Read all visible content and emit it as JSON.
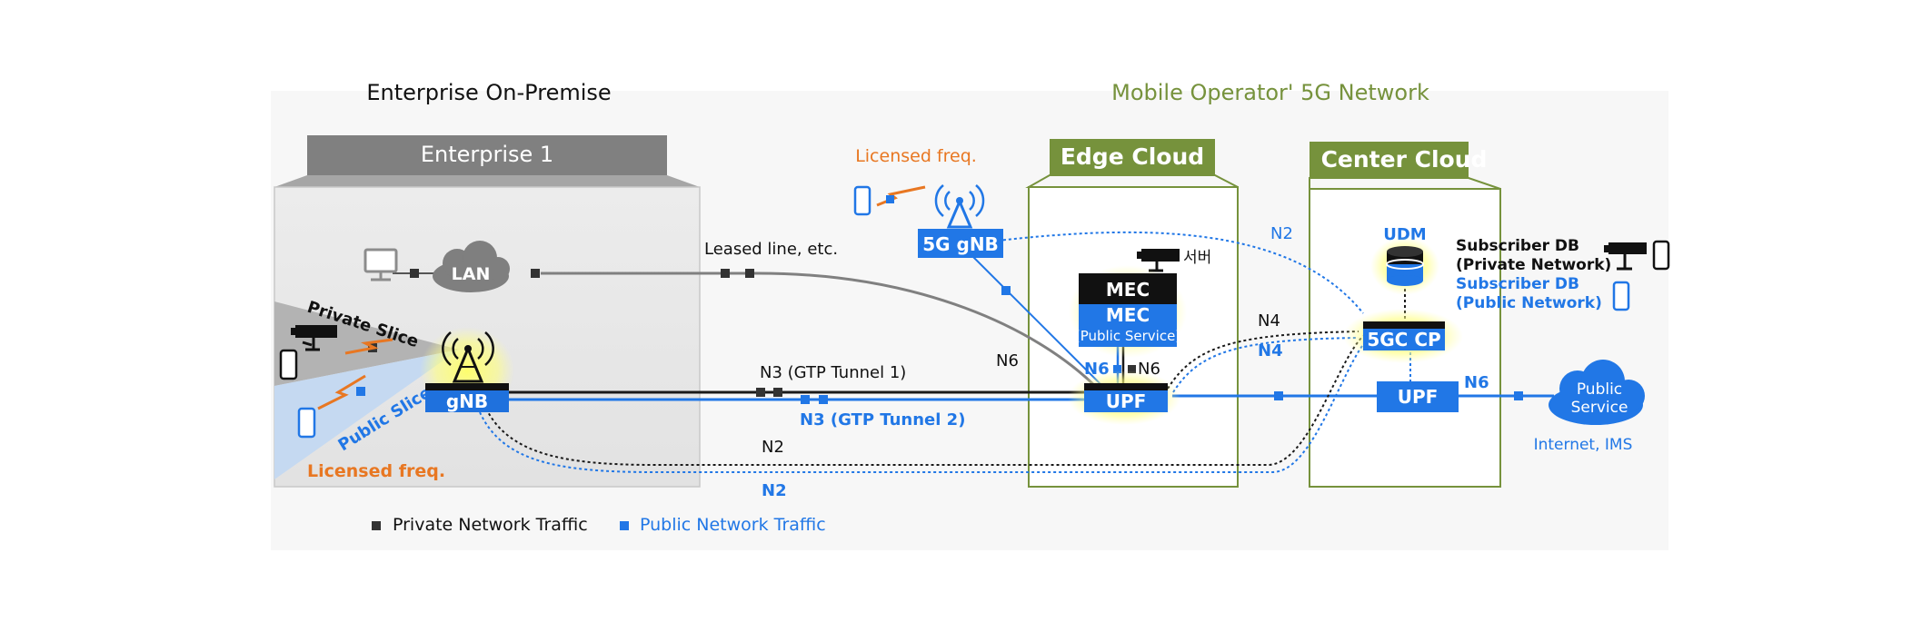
{
  "headings": {
    "enterprise_on_premise": "Enterprise On-Premise",
    "mobile_operator": "Mobile Operator' 5G Network"
  },
  "enterprise": {
    "title": "Enterprise 1",
    "lan": "LAN",
    "gnb": "gNB",
    "private_slice": "Private Slice",
    "public_slice": "Public Slice",
    "licensed_freq": "Licensed freq."
  },
  "links": {
    "leased_line": "Leased line, etc.",
    "n3_tunnel1": "N3 (GTP Tunnel 1)",
    "n3_tunnel2": "N3 (GTP Tunnel 2)",
    "n2_black": "N2",
    "n2_blue": "N2",
    "n2_top": "N2",
    "n4_black": "N4",
    "n4_blue": "N4",
    "n6_left": "N6",
    "n6_mec_blue": "N6",
    "n6_mec_black": "N6",
    "n6_right": "N6"
  },
  "operator_gnb": {
    "licensed_freq": "Licensed freq.",
    "label": "5G gNB"
  },
  "edge_cloud": {
    "title": "Edge Cloud",
    "mec": "MEC",
    "mec_public": "MEC",
    "mec_public_sub": "(Public Service)",
    "server": "서버",
    "upf": "UPF"
  },
  "center_cloud": {
    "title": "Center Cloud",
    "udm": "UDM",
    "cp": "5GC CP",
    "upf": "UPF"
  },
  "subscriber": {
    "private_line1": "Subscriber DB",
    "private_line2": "(Private Network)",
    "public_line1": "Subscriber DB",
    "public_line2": "(Public Network)"
  },
  "public_service": {
    "line1": "Public",
    "line2": "Service",
    "caption": "Internet, IMS"
  },
  "legend": {
    "private": "Private Network Traffic",
    "public": "Public Network Traffic"
  },
  "colors": {
    "blue": "#2177e6",
    "orange": "#e87722",
    "green": "#76923c",
    "gray": "#7f7f7f",
    "black": "#1a1a1a"
  }
}
